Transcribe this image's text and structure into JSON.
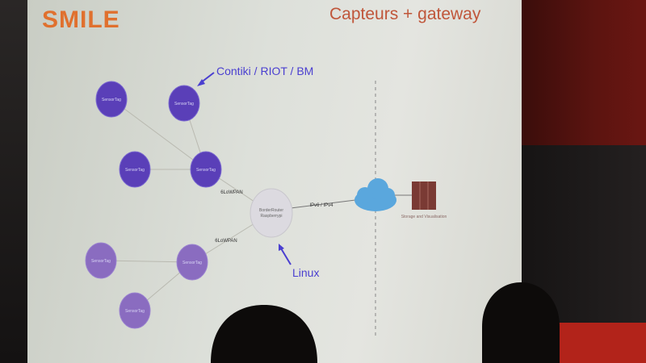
{
  "slide": {
    "logo": "SMILE",
    "title": "Capteurs + gateway",
    "annotations": {
      "sensor_os": "Contiki / RIOT / BM",
      "gateway_os": "Linux"
    },
    "nodes": {
      "sensor_label": "SensorTag",
      "router_line1": "BorderRouter",
      "router_line2": "Raspberrypi",
      "storage_label": "Storage and Visualisation"
    },
    "links": {
      "sixlowpan_top": "6LoWPAN",
      "sixlowpan_bottom": "6LoWPAN",
      "ip": "IPv6 / IPv4"
    }
  },
  "colors": {
    "sensor": "#5a3fb8",
    "sensor_light": "#8a6cc0",
    "cloud": "#5aa7dd",
    "server": "#7a3a34",
    "accent": "#c0563a",
    "annotation": "#4a3fd0"
  }
}
